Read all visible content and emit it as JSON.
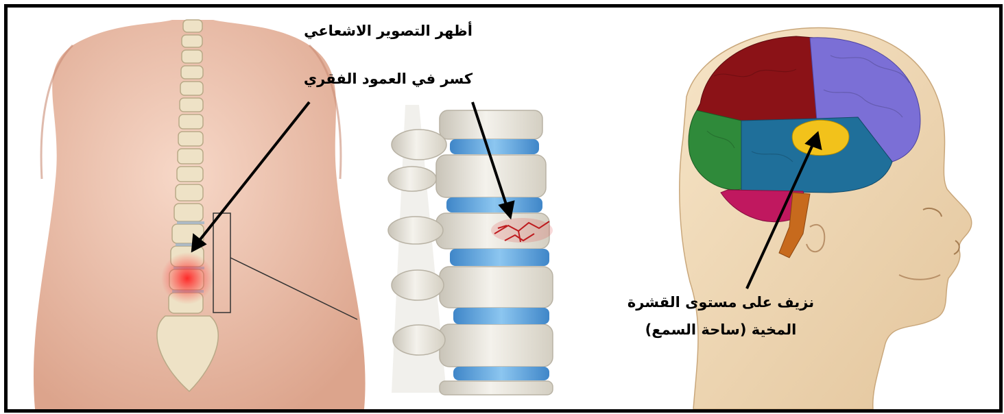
{
  "labels": {
    "imaging_line1": "أظهر التصوير الاشعاعي",
    "imaging_line2": "كسر في العمود الفقري",
    "hemorrhage_line1": "نزيف على مستوى القشرة",
    "hemorrhage_line2": "المخية (ساحة السمع)"
  },
  "colors": {
    "skin": "#f1c7b5",
    "bone": "#eee4cf",
    "disc": "#5aa3df",
    "fracture": "#c81e1e",
    "frontal_lobe": "#8b1217",
    "parietal_lobe": "#7b6fd6",
    "temporal_lobe": "#1f6f9a",
    "occipital_lobe": "#2f8a3a",
    "auditory_area": "#f2c21b",
    "cerebellum": "#c0185f",
    "brainstem": "#c76a1d",
    "head_skin": "#f3dcb8"
  }
}
